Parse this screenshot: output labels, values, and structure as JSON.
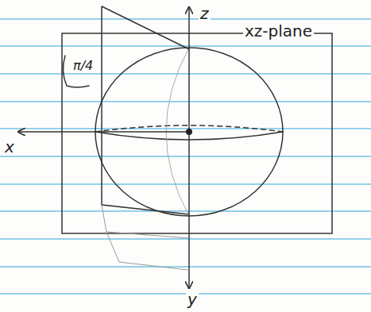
{
  "diagram": {
    "labels": [
      "z",
      "xz-plane",
      "π/4",
      "x",
      "y"
    ]
  }
}
